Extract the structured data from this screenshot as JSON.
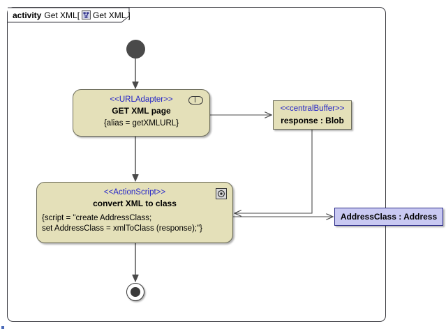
{
  "diagram": {
    "type": "uml-activity-diagram",
    "frame": {
      "keyword": "activity",
      "name": "Get XML[",
      "icon": "activity-diagram-icon",
      "qualified": "Get XML",
      "close_bracket": "]"
    }
  },
  "nodes": {
    "initial": {
      "name": "initial-node",
      "label": ""
    },
    "action_get_xml": {
      "stereotype": "<<URLAdapter>>",
      "title": "GET XML page",
      "body": "{alias = getXMLURL}",
      "corner_icon": "pin-icon"
    },
    "central_buffer": {
      "stereotype": "<<centralBuffer>>",
      "title": "response : Blob"
    },
    "action_convert": {
      "stereotype": "<<ActionScript>>",
      "title": "convert XML to class",
      "body_line1": "{script = \"create AddressClass;",
      "body_line2": "set AddressClass = xmlToClass (response);\"}",
      "corner_icon": "gear-icon"
    },
    "address_class": {
      "title": "AddressClass : Address"
    },
    "final": {
      "name": "activity-final-node",
      "label": ""
    }
  },
  "colors": {
    "action_fill": "#e4e0b9",
    "action_border": "#6b6b58",
    "stereotype_text": "#2323c8",
    "object_fill": "#c9c9f2",
    "object_border": "#2b2b88",
    "frame_border": "#3a3a40",
    "control_node": "#4a4a4a",
    "edge": "#4a4a4a"
  }
}
